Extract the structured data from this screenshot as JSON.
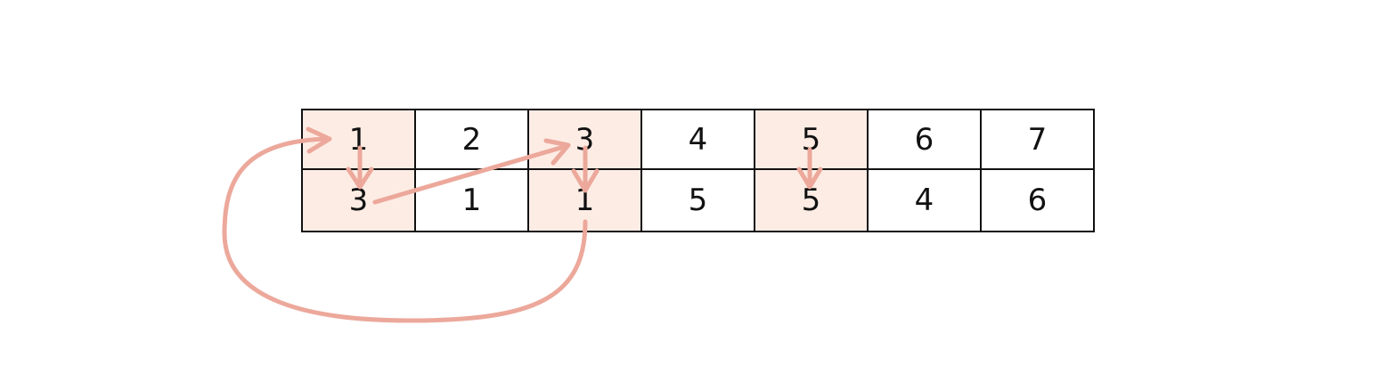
{
  "table": {
    "top_row": [
      "1",
      "2",
      "3",
      "4",
      "5",
      "6",
      "7"
    ],
    "bottom_row": [
      "3",
      "1",
      "1",
      "5",
      "5",
      "4",
      "6"
    ],
    "highlighted_columns": [
      0,
      2,
      4
    ]
  },
  "colors": {
    "highlight_fill": "#fdece4",
    "arrow": "#eca89b",
    "grid_line": "#111111",
    "text": "#111111"
  }
}
